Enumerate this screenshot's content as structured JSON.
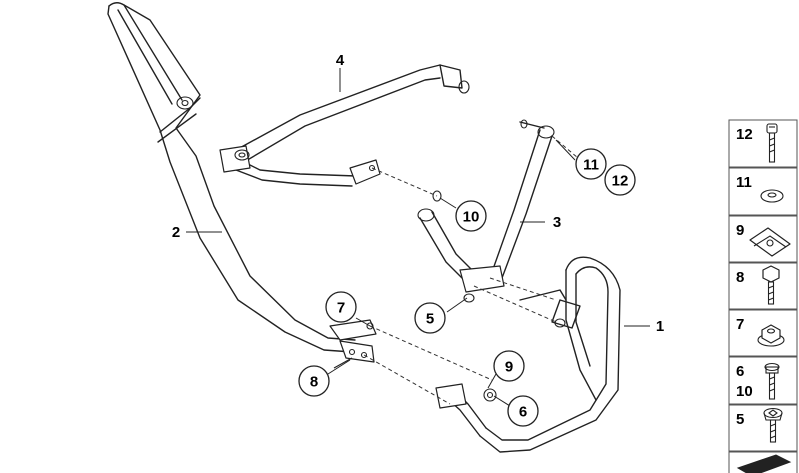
{
  "callouts": {
    "c7": "7",
    "c8": "8",
    "c5": "5",
    "c9": "9",
    "c6": "6",
    "c10": "10",
    "c11": "11",
    "c12": "12"
  },
  "leaders": {
    "l1": "1",
    "l2": "2",
    "l3": "3",
    "l4": "4"
  },
  "legend": {
    "r1": "12",
    "r2": "11",
    "r3": "9",
    "r4": "8",
    "r5": "7",
    "r6a": "6",
    "r6b": "10",
    "r7": "5"
  }
}
